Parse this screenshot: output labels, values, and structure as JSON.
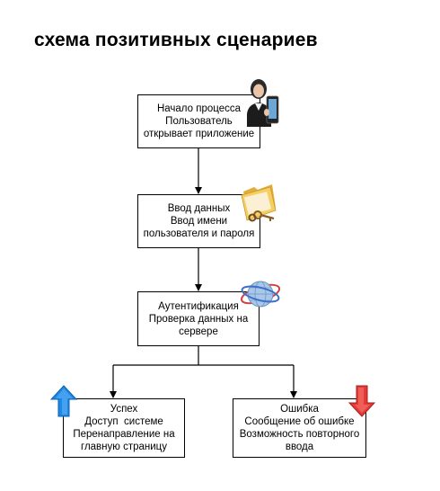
{
  "title": "схема позитивных сценариев",
  "nodes": {
    "start": {
      "lines": [
        "Начало процесса",
        "Пользователь",
        "открывает приложение"
      ],
      "icon": "user-with-phone-icon"
    },
    "input": {
      "lines": [
        "Ввод данных",
        "Ввод имени",
        "пользователя и пароля"
      ],
      "icon": "folder-keys-icon"
    },
    "auth": {
      "lines": [
        "Аутентификация",
        "Проверка данных на",
        "сервере"
      ],
      "icon": "globe-network-icon"
    },
    "success": {
      "lines": [
        "Успех",
        "Доступ  системе",
        "Перенаправление на",
        "главную страницу"
      ],
      "icon": "blue-up-arrow-icon"
    },
    "error": {
      "lines": [
        "Ошибка",
        "Сообщение об ошибке",
        "Возможность повторного",
        "ввода"
      ],
      "icon": "red-down-arrow-icon"
    }
  },
  "colors": {
    "success_arrow": "#1e88e5",
    "error_arrow": "#e53935",
    "folder": "#f2c14e"
  }
}
